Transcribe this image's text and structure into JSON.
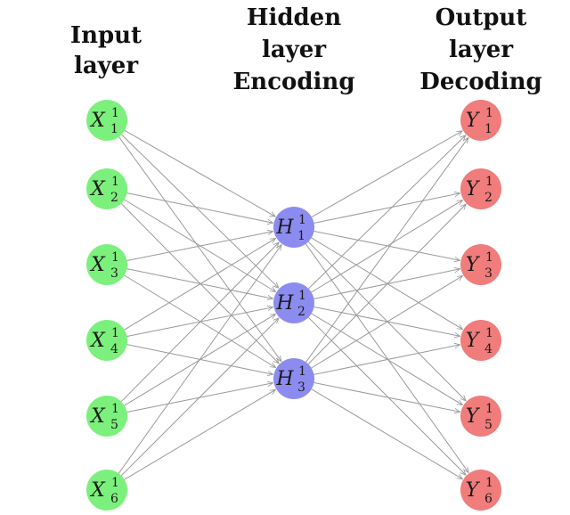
{
  "titles": {
    "input": [
      "Input",
      "layer"
    ],
    "hidden": [
      "Hidden",
      "layer",
      "Encoding"
    ],
    "output": [
      "Output",
      "layer",
      "Decoding"
    ]
  },
  "layers": {
    "input": {
      "color": "#7cf07c",
      "symbol": "X",
      "superscript": "1",
      "subscripts": [
        "1",
        "2",
        "3",
        "4",
        "5",
        "6"
      ]
    },
    "hidden": {
      "color": "#8c8cf0",
      "symbol": "H",
      "superscript": "1",
      "subscripts": [
        "1",
        "2",
        "3"
      ]
    },
    "output": {
      "color": "#f07c7c",
      "symbol": "Y",
      "superscript": "1",
      "subscripts": [
        "1",
        "2",
        "3",
        "4",
        "5",
        "6"
      ]
    }
  },
  "connections": "fully-connected",
  "edge_color": "#9a9a9a"
}
